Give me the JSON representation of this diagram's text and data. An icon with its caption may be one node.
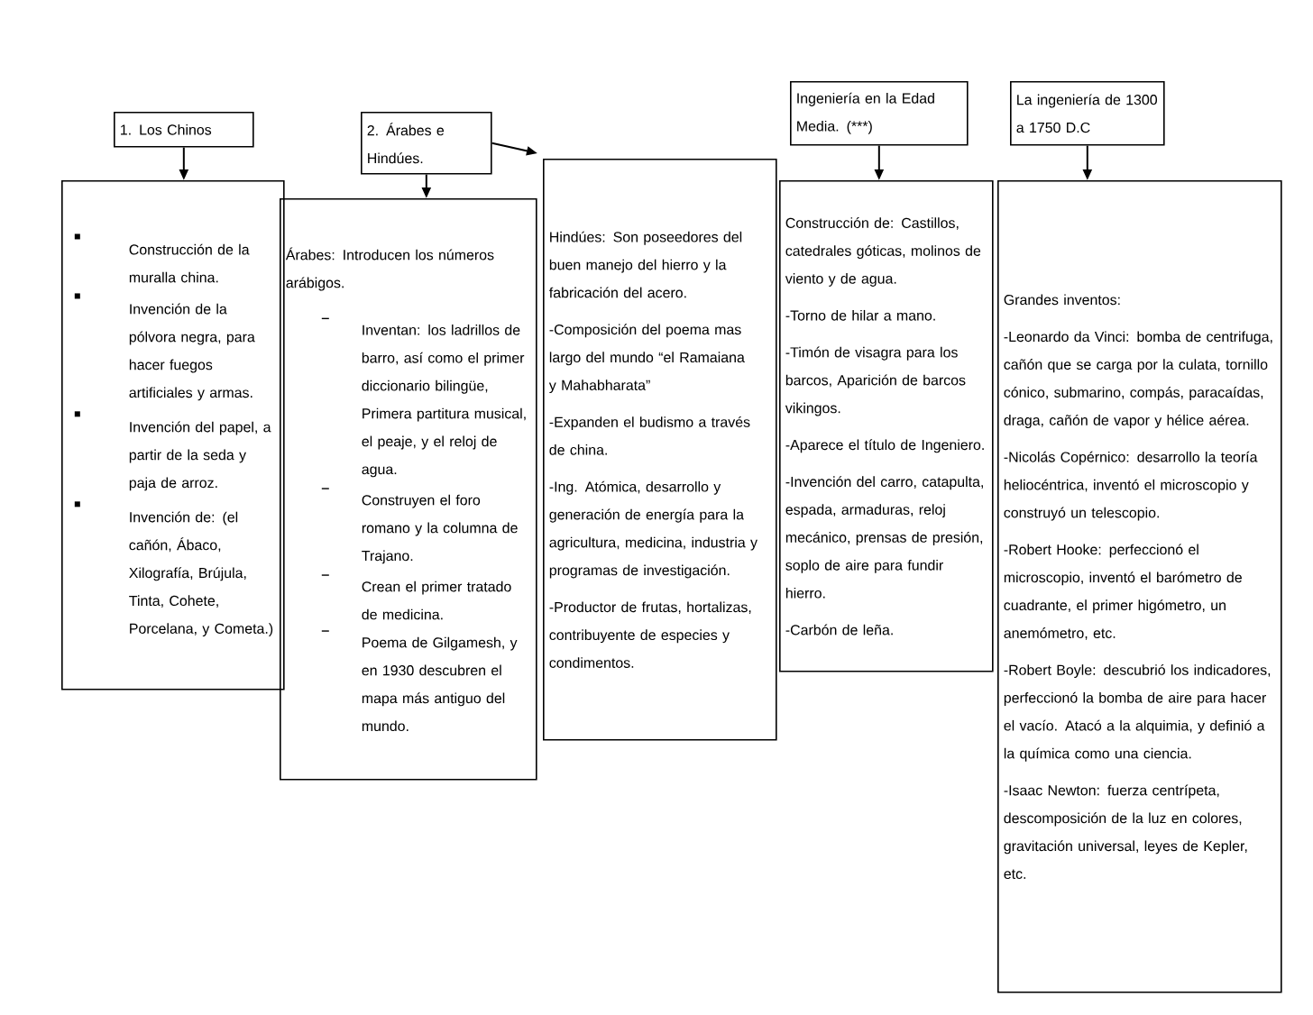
{
  "diagram": {
    "nodes": [
      {
        "text": [
          "1. Los Chinos"
        ]
      },
      {
        "text": [
          "Construcción de la muralla china.",
          "Invención de la pólvora negra, para hacer fuegos artificiales y armas.",
          "Invención del papel, a partir de la seda y paja de arroz.",
          "Invención de: (el cañón, Ábaco, Xilografía, Brújula, Tinta, Cohete, Porcelana, y Cometa.)"
        ]
      },
      {
        "text": [
          "2. Árabes e Hindúes."
        ]
      },
      {
        "text": [
          "Árabes: Introducen los números arábigos.",
          "Inventan: los ladrillos de barro, así como el primer diccionario bilingüe, Primera partitura musical, el peaje, y el reloj de agua.",
          "Construyen el foro romano y la columna de Trajano.",
          "Crean el primer tratado de medicina.",
          "Poema de Gilgamesh, y en 1930 descubren el mapa más antiguo del mundo."
        ]
      },
      {
        "text": [
          "Hindúes: Son poseedores del buen manejo del hierro y la fabricación del acero.",
          "-Composición del poema mas largo del mundo “el Ramaiana y Mahabharata”",
          "-Expanden el budismo a través de china.",
          "-Ing. Atómica, desarrollo y generación de energía para la agricultura, medicina, industria y programas de investigación.",
          "-Productor de frutas, hortalizas, contribuyente de especies y condimentos."
        ]
      },
      {
        "text": [
          "Ingeniería en la Edad Media. (***)"
        ]
      },
      {
        "text": [
          "Construcción de: Castillos, catedrales góticas, molinos de viento y de agua.",
          "-Torno de hilar a mano.",
          "-Timón de visagra para los barcos, Aparición de barcos vikingos.",
          "-Aparece el título de Ingeniero.",
          "-Invención del carro, catapulta, espada, armaduras, reloj mecánico, prensas de presión, soplo de aire para fundir hierro.",
          "-Carbón de leña."
        ]
      },
      {
        "text": [
          "La ingeniería de 1300 a 1750 D.C"
        ]
      },
      {
        "text": [
          "Grandes inventos:",
          "-Leonardo da Vinci: bomba de centrifuga, cañón que se carga por la culata, tornillo cónico, submarino, compás, paracaídas, draga, cañón de vapor y hélice aérea.",
          "-Nicolás Copérnico: desarrollo la teoría heliocéntrica, inventó el microscopio y construyó un telescopio.",
          "-Robert Hooke: perfeccionó el microscopio, inventó el barómetro de cuadrante, el primer higómetro, un anemómetro, etc.",
          "-Robert Boyle: descubrió los indicadores, perfeccionó la bomba de aire para hacer el vacío. Atacó a la alquimia, y definió a la química como una ciencia.",
          "-Isaac Newton: fuerza centrípeta, descomposición de la luz en colores, gravitación universal, leyes de Kepler, etc."
        ]
      }
    ],
    "edges": [
      {
        "from": 0,
        "to": 1,
        "arrow": "to"
      },
      {
        "from": 2,
        "to": 3,
        "arrow": "to"
      },
      {
        "from": 2,
        "to": 4,
        "arrow": "to"
      },
      {
        "from": 5,
        "to": 6,
        "arrow": "to"
      },
      {
        "from": 7,
        "to": 8,
        "arrow": "to"
      }
    ]
  }
}
